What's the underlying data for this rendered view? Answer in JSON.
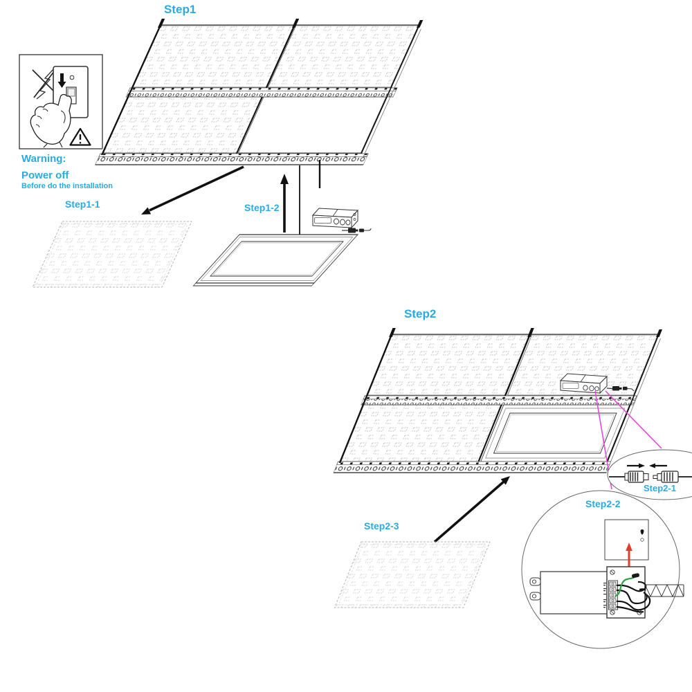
{
  "labels": {
    "step1": "Step1",
    "step1_1": "Step1-1",
    "step1_2": "Step1-2",
    "step2": "Step2",
    "step2_1": "Step2-1",
    "step2_2": "Step2-2",
    "step2_3": "Step2-3"
  },
  "warning": {
    "title": "Warning:",
    "line1": "Power off",
    "line2": "Before do the installation"
  },
  "colors": {
    "accent_cyan": "#29ABE2",
    "callout_magenta": "#EA46D9",
    "arrow_red": "#E03E2D",
    "wire_green": "#2FA23C",
    "line_black": "#1A1A1A",
    "led_dot_gray": "#C4C4C4"
  },
  "icons": {
    "warning_box": "power-off-warning-icon",
    "no_power": "crossed-lightning-icon",
    "switch": "wall-switch-icon",
    "hand": "pressing-hand-icon",
    "caution": "warning-triangle-icon",
    "connector_pair": "cable-connectors-icon",
    "led_driver": "led-driver-box",
    "led_panel": "led-panel"
  }
}
